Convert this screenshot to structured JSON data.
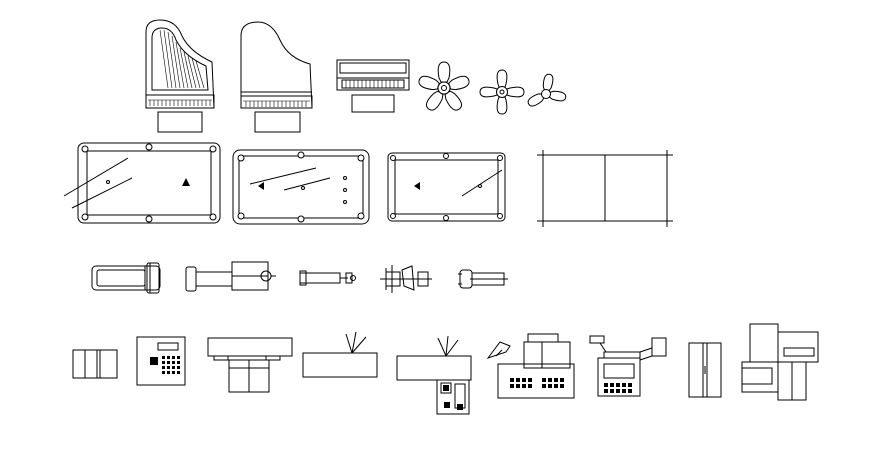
{
  "drawing": {
    "background_color": "#ffffff",
    "line_color": "#000000",
    "rows": [
      {
        "row": "musical-instruments-and-fans",
        "blocks": [
          "grand-piano-icon",
          "grand-piano-icon",
          "upright-piano-icon",
          "ceiling-fan-icon",
          "ceiling-fan-icon",
          "ceiling-fan-icon"
        ]
      },
      {
        "row": "billiard-and-game-tables",
        "blocks": [
          "pool-table-icon",
          "pool-table-icon",
          "pool-table-icon",
          "table-tennis-table-icon"
        ]
      },
      {
        "row": "gym-equipment",
        "blocks": [
          "treadmill-icon",
          "exercise-bench-icon",
          "barbell-icon",
          "rowing-machine-icon",
          "exercise-bike-icon"
        ]
      },
      {
        "row": "office-and-kitchen-equipment",
        "blocks": [
          "cabinet-icon",
          "control-panel-icon",
          "desk-with-stool-icon",
          "counter-icon",
          "counter-with-cabinet-icon",
          "cash-register-icon",
          "cash-register-icon",
          "double-door-cabinet-icon",
          "storage-units-icon"
        ]
      }
    ]
  }
}
